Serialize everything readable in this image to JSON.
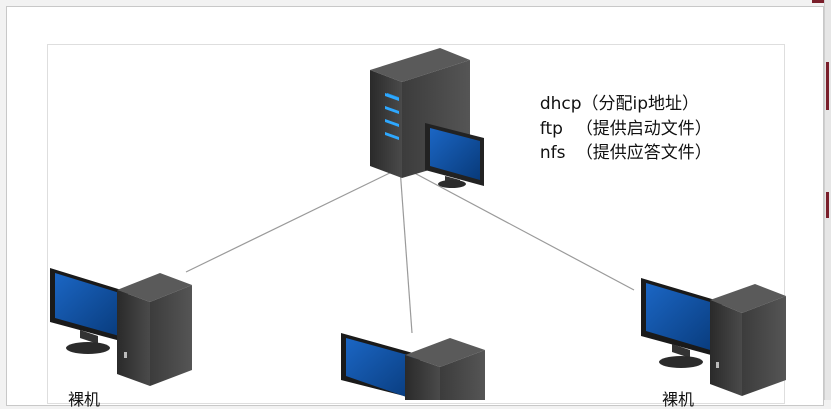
{
  "server": {
    "services": [
      {
        "name": "dhcp",
        "desc": "（分配ip地址）"
      },
      {
        "name": "ftp",
        "desc": "（提供启动文件）"
      },
      {
        "name": "nfs",
        "desc": "（提供应答文件）"
      }
    ]
  },
  "clients": {
    "left_caption": "裸机",
    "right_caption": "裸机"
  },
  "colors": {
    "screen_blue": "#0d4f9a",
    "tower_dark": "#3a3a3a",
    "line": "#9a9a9a"
  }
}
